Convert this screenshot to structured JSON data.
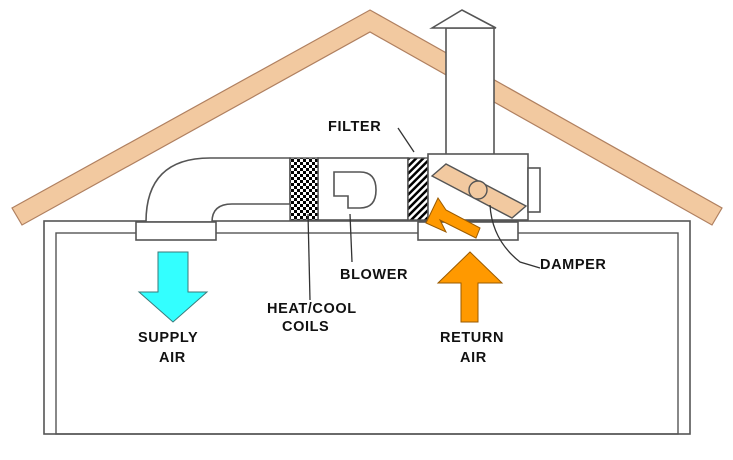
{
  "labels": {
    "filter": "FILTER",
    "blower": "BLOWER",
    "heat_cool_line1": "HEAT/COOL",
    "heat_cool_line2": "COILS",
    "damper": "DAMPER",
    "supply_line1": "SUPPLY",
    "supply_line2": "AIR",
    "return_line1": "RETURN",
    "return_line2": "AIR"
  },
  "colors": {
    "roof": "#f2c9a0",
    "roof_stroke": "#b08060",
    "supply_arrow": "#33ffff",
    "return_arrow": "#ff9900",
    "outline": "#555555",
    "coil_pattern": "#000000"
  }
}
